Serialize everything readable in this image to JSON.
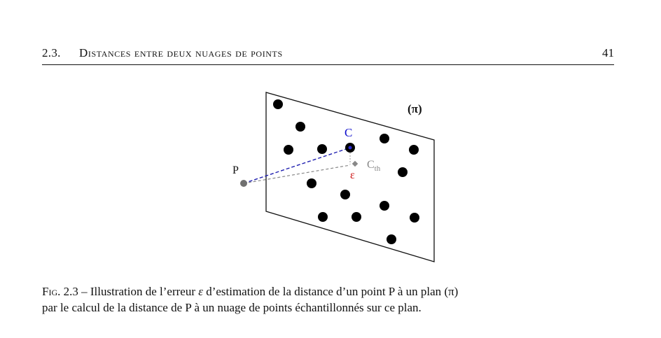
{
  "header": {
    "section_number": "2.3.",
    "section_title": "Distances entre deux nuages de points",
    "page_number": "41"
  },
  "figure": {
    "plane_label": "(π)",
    "point_p_label": "P",
    "point_c_label": "C",
    "point_cth_main": "C",
    "point_cth_sub": "th",
    "epsilon_label": "ε",
    "colors": {
      "plane": "#111111",
      "cloud_points": "#000000",
      "point_p": "#707070",
      "point_c_label": "#1010cc",
      "line_pc": "#2020b0",
      "line_pcth": "#888888",
      "epsilon": "#cc1010",
      "cth": "#888888"
    }
  },
  "caption": {
    "label": "Fig. 2.3",
    "dash": " – ",
    "text_1": "Illustration de l’erreur ",
    "epsilon": "ε",
    "text_2": " d’estimation de la distance d’un point P à un plan ",
    "pi": "(π)",
    "line_2": "par le calcul de la distance de P à un nuage de points échantillonnés sur ce plan."
  }
}
